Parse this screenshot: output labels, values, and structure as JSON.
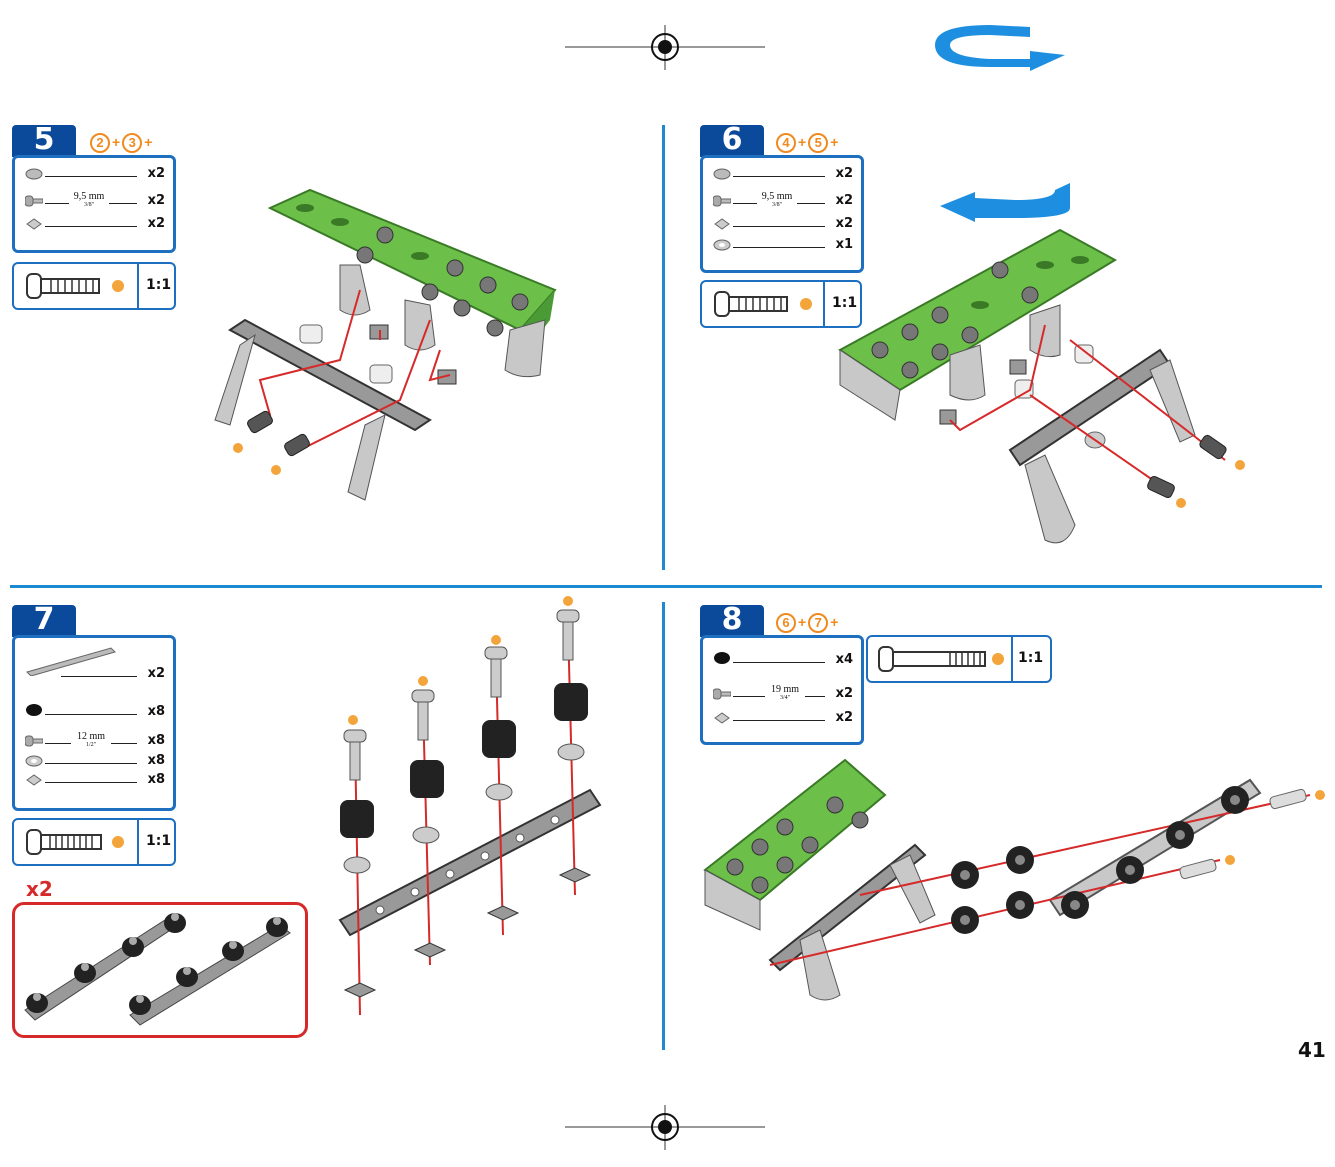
{
  "page_number": "41",
  "steps": [
    {
      "number": "5",
      "prereqs": [
        "2",
        "3"
      ],
      "parts": [
        {
          "icon": "small-nut-icon",
          "qty": "x2"
        },
        {
          "icon": "screw-icon",
          "qty": "x2",
          "length_mm": "9,5 mm",
          "length_in": "3/8\""
        },
        {
          "icon": "square-nut-icon",
          "qty": "x2"
        }
      ],
      "scale": "1:1"
    },
    {
      "number": "6",
      "prereqs": [
        "4",
        "5"
      ],
      "parts": [
        {
          "icon": "small-nut-icon",
          "qty": "x2"
        },
        {
          "icon": "screw-icon",
          "qty": "x2",
          "length_mm": "9,5 mm",
          "length_in": "3/8\""
        },
        {
          "icon": "square-nut-icon",
          "qty": "x2"
        },
        {
          "icon": "washer-icon",
          "qty": "x1"
        }
      ],
      "scale": "1:1"
    },
    {
      "number": "7",
      "prereqs": [],
      "parts": [
        {
          "icon": "strip-icon",
          "qty": "x2"
        },
        {
          "icon": "black-spacer-icon",
          "qty": "x8"
        },
        {
          "icon": "screw-icon",
          "qty": "x8",
          "length_mm": "12 mm",
          "length_in": "1/2\""
        },
        {
          "icon": "washer-icon",
          "qty": "x8"
        },
        {
          "icon": "square-nut-icon",
          "qty": "x8"
        }
      ],
      "scale": "1:1",
      "multiplier": "x2"
    },
    {
      "number": "8",
      "prereqs": [
        "6",
        "7"
      ],
      "parts": [
        {
          "icon": "black-spacer-icon",
          "qty": "x4"
        },
        {
          "icon": "screw-icon",
          "qty": "x2",
          "length_mm": "19 mm",
          "length_in": "3/4\""
        },
        {
          "icon": "square-nut-icon",
          "qty": "x2"
        }
      ],
      "scale": "1:1"
    }
  ],
  "colors": {
    "blue": "#1e6fc0",
    "badge": "#0b4a9a",
    "orange": "#f08a1e",
    "green_plate": "#6cc04a",
    "red_line": "#d62a2a"
  }
}
